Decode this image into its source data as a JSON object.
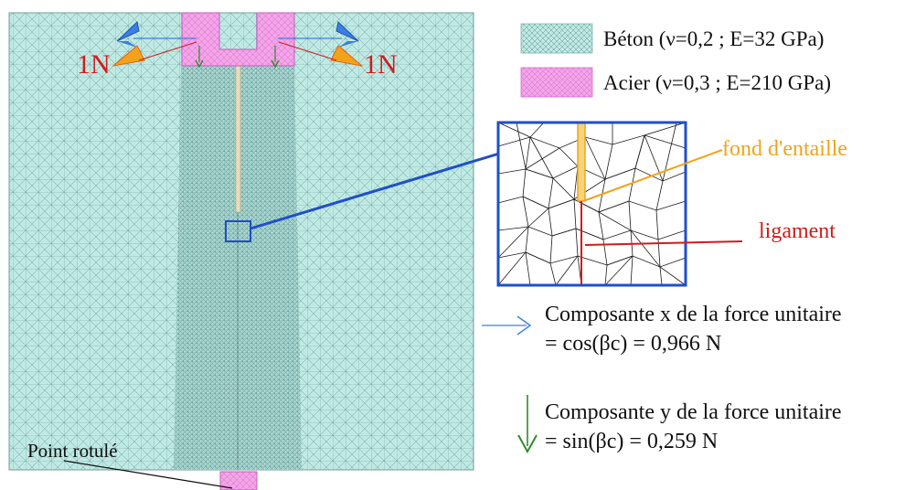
{
  "legend": {
    "concrete_label": "Béton (ν=0,2 ; E=32 GPa)",
    "steel_label": "Acier (ν=0,3 ; E=210 GPa)"
  },
  "loads": {
    "left_label": "1N",
    "right_label": "1N"
  },
  "zoom": {
    "notch_tip_label": "fond d'entaille",
    "ligament_label": "ligament"
  },
  "x_component": {
    "line1": "Composante x de la force unitaire",
    "line2": "= cos(βc) = 0,966 N"
  },
  "y_component": {
    "line1": "Composante y de la force unitaire",
    "line2": "= sin(βc) = 0,259 N"
  },
  "support_label": "Point rotulé",
  "colors": {
    "concrete": "#bfe9e3",
    "concrete_mesh": "#5f8f90",
    "steel": "#f3a5e8",
    "steel_mesh": "#d56ccc",
    "x_arrow": "#3a7fe0",
    "y_arrow": "#2e8a2e",
    "zoom_frame": "#1f4fc8",
    "notch_tip": "#f2a31a",
    "ligament": "#d01c1c",
    "label_red": "#d01c1c"
  }
}
